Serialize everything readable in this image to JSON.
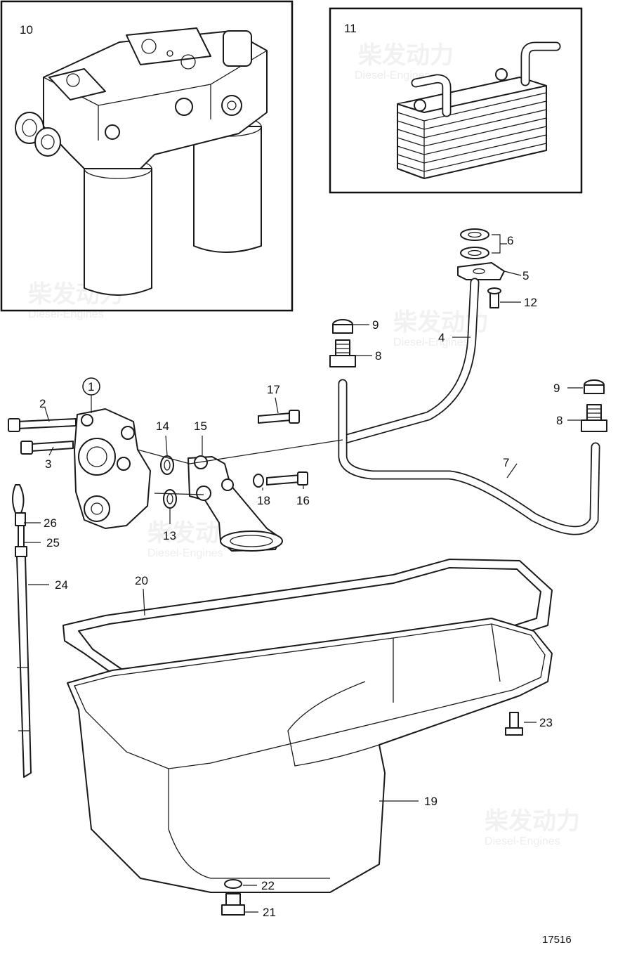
{
  "watermark": {
    "brand": "柴发动力",
    "sub": "Diesel-Engines"
  },
  "inset_left": {
    "number": "10"
  },
  "inset_right": {
    "number": "11"
  },
  "callouts": {
    "c1": "1",
    "c2": "2",
    "c3": "3",
    "c4": "4",
    "c5": "5",
    "c6": "6",
    "c7": "7",
    "c8a": "8",
    "c8b": "8",
    "c9a": "9",
    "c9b": "9",
    "c12": "12",
    "c13": "13",
    "c14": "14",
    "c15": "15",
    "c16": "16",
    "c17": "17",
    "c18": "18",
    "c19": "19",
    "c20": "20",
    "c21": "21",
    "c22": "22",
    "c23": "23",
    "c24": "24",
    "c25": "25",
    "c26": "26"
  },
  "figure_number": "17516"
}
